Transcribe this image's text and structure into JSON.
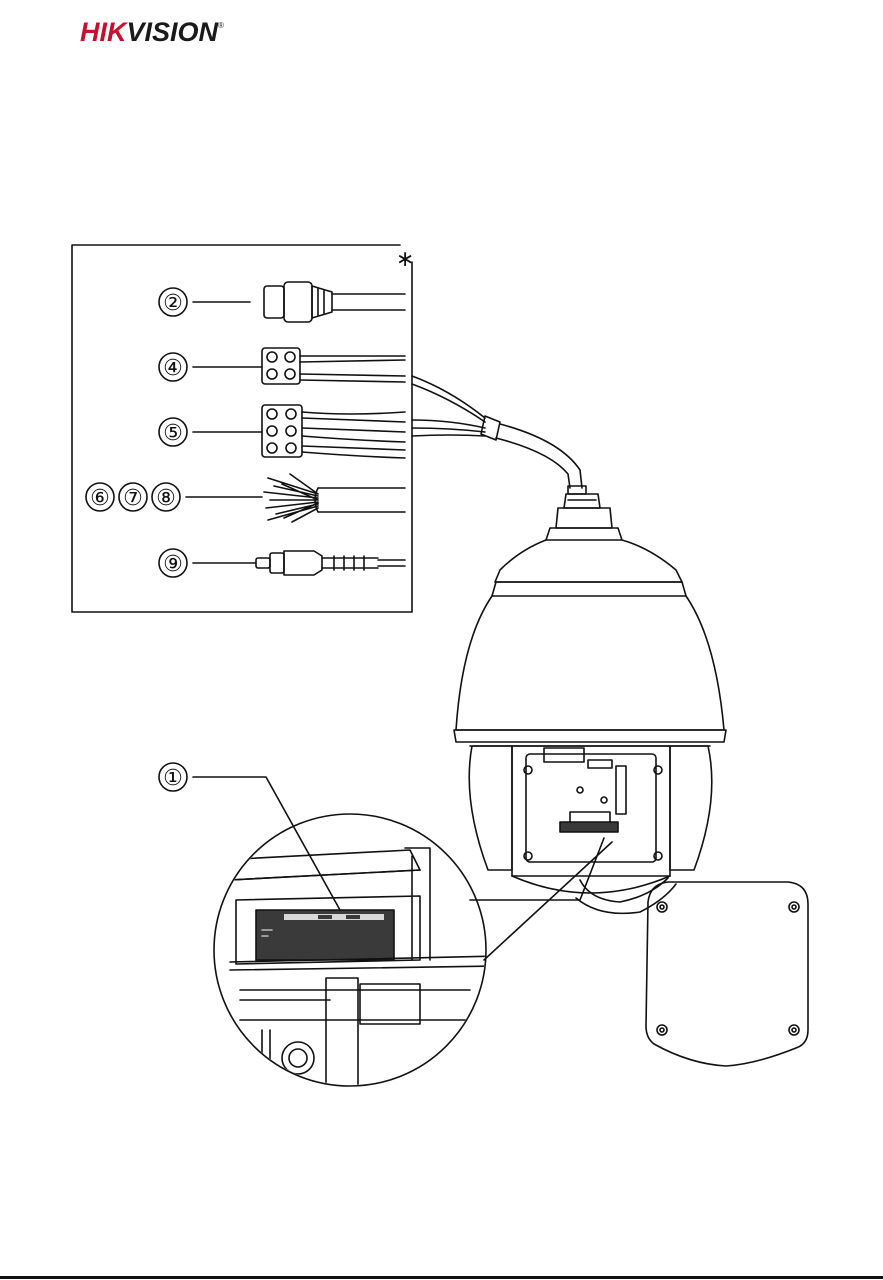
{
  "brand": {
    "hik": "HIK",
    "vision": "VISION",
    "reg": "®"
  },
  "callouts": {
    "c1": "①",
    "c2": "②",
    "c4": "④",
    "c5": "⑤",
    "c6": "⑥",
    "c7": "⑦",
    "c8": "⑧",
    "c9": "⑨",
    "asterisk": "∗"
  },
  "colors": {
    "brand_red": "#c8102e",
    "line": "#111111",
    "fill_dark": "#3a3a3a"
  }
}
